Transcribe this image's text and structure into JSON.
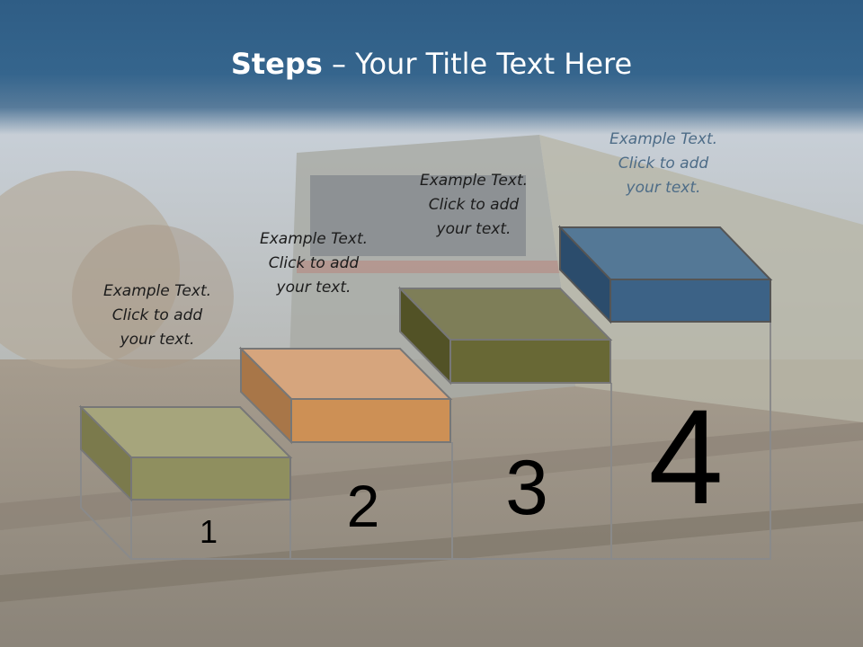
{
  "slide": {
    "title_bold": "Steps",
    "title_rest": " – Your Title Text Here"
  },
  "steps": [
    {
      "number": "1",
      "text_line1": "Example Text.",
      "text_line2": "Click  to add",
      "text_line3": "your text.",
      "color": "#8f8f5f"
    },
    {
      "number": "2",
      "text_line1": "Example Text.",
      "text_line2": "Click  to add",
      "text_line3": "your text.",
      "color": "#cd9055"
    },
    {
      "number": "3",
      "text_line1": "Example Text.",
      "text_line2": "Click  to add",
      "text_line3": "your text.",
      "color": "#686835"
    },
    {
      "number": "4",
      "text_line1": "Example Text.",
      "text_line2": "Click  to add",
      "text_line3": "your text.",
      "color": "#3c6286"
    }
  ]
}
